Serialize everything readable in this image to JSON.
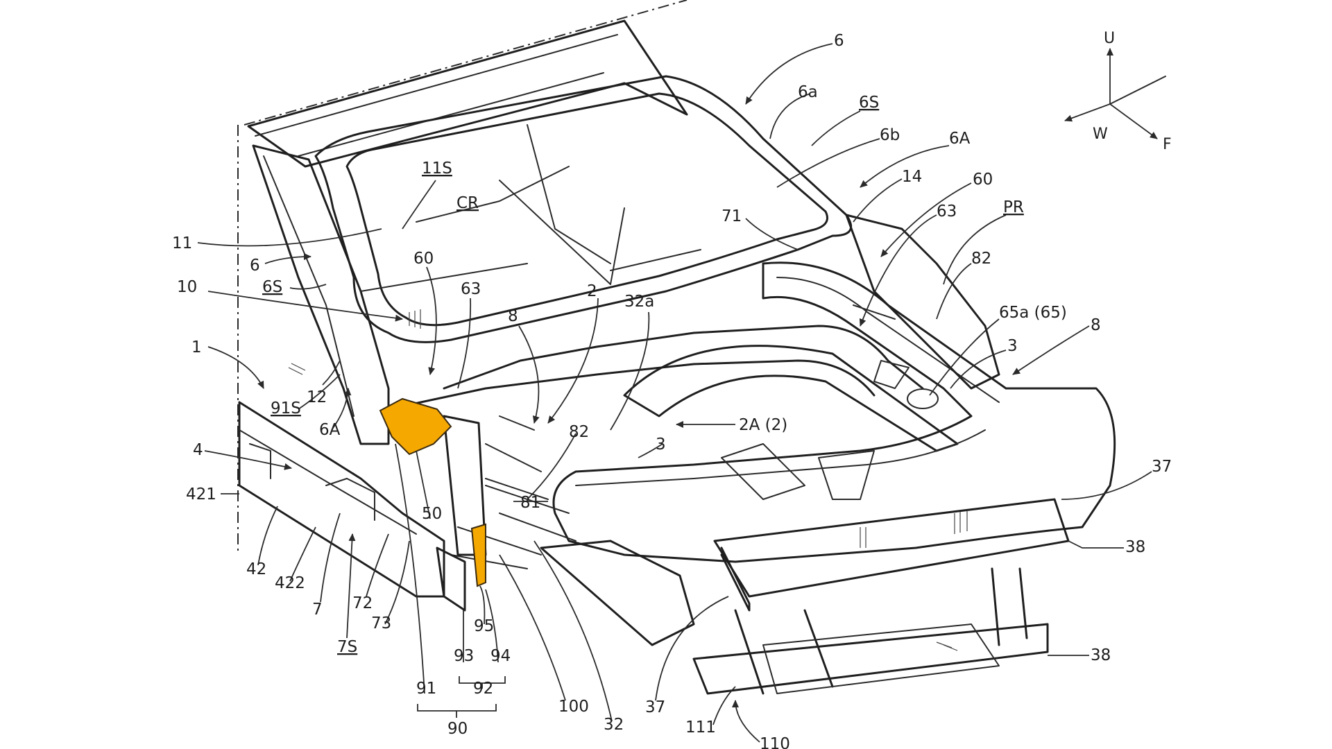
{
  "colors": {
    "line": "#1f1f1f",
    "highlight_bracket": "#F5A800",
    "highlight_plate": "#F5A800",
    "background": "#ffffff"
  },
  "axes": {
    "up": "U",
    "width": "W",
    "front": "F"
  },
  "labels": {
    "l6_top": "6",
    "l6a": "6a",
    "l6S_right": "6S",
    "l6b": "6b",
    "l6A_right": "6A",
    "l14": "14",
    "l60_right": "60",
    "l63_right": "63",
    "lPR": "PR",
    "l82_right": "82",
    "l65a": "65a (65)",
    "l3_right": "3",
    "l8_right": "8",
    "l37_right": "37",
    "l38_upper": "38",
    "l38_lower": "38",
    "l110": "110",
    "l111": "111",
    "l37_bottom": "37",
    "l32": "32",
    "l100": "100",
    "l90": "90",
    "l91": "91",
    "l92": "92",
    "l93": "93",
    "l94": "94",
    "l95": "95",
    "l7S": "7S",
    "l73": "73",
    "l72": "72",
    "l7": "7",
    "l422": "422",
    "l42": "42",
    "l421": "421",
    "l4": "4",
    "l91S": "91S",
    "l6A_left": "6A",
    "l12": "12",
    "l1": "1",
    "l10": "10",
    "l6S_left": "6S",
    "l6_left": "6",
    "l11": "11",
    "l11S": "11S",
    "lCR": "CR",
    "l60_left": "60",
    "l63_left": "63",
    "l8_left": "8",
    "l2": "2",
    "l32a": "32a",
    "l71": "71",
    "l2A": "2A (2)",
    "l3_center": "3",
    "l82_center": "82",
    "l81": "81",
    "l50": "50"
  }
}
